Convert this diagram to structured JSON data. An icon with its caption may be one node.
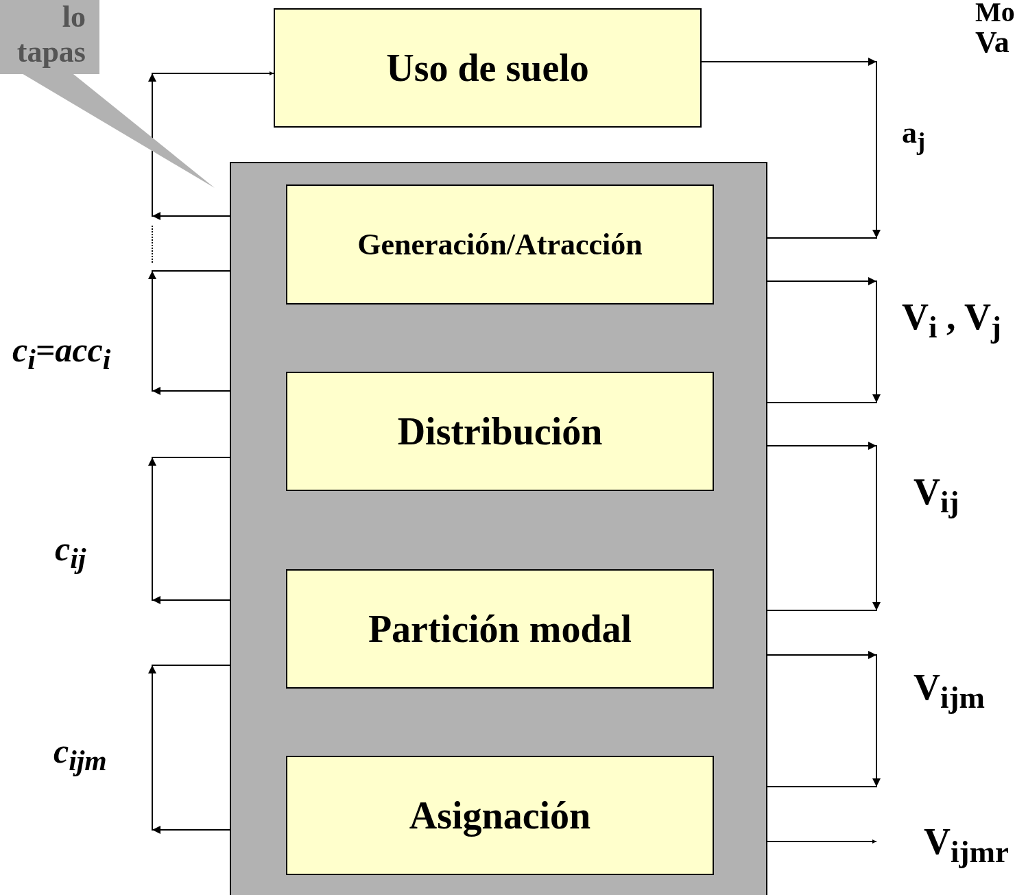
{
  "diagram": {
    "nodes": [
      {
        "text": [
          "lo tapas"
        ]
      },
      {
        "text": [
          "Uso de suelo"
        ]
      },
      {
        "text": [],
        "shape": "box"
      },
      {
        "text": [
          "Generación/Atracción"
        ],
        "in": 2
      },
      {
        "text": [
          "Distribución"
        ],
        "in": 2
      },
      {
        "text": [
          "Partición modal"
        ],
        "in": 2
      },
      {
        "text": [
          "Asignación"
        ],
        "in": 2
      }
    ],
    "edges": [
      {
        "from": 1,
        "to": 3,
        "arrow": "to",
        "label": "a$_{j}$"
      },
      {
        "from": 3,
        "to": 4,
        "arrow": "to",
        "label": "V$_{i}$ , V$_{j}$"
      },
      {
        "from": 4,
        "to": 5,
        "arrow": "to",
        "label": "V$_{ij}$"
      },
      {
        "from": 5,
        "to": 6,
        "arrow": "to",
        "label": "V$_{ijm}$"
      },
      {
        "from": 6,
        "to": null,
        "arrow": "to",
        "label": "V$_{ijmr}$"
      },
      {
        "from": 3,
        "to": 1,
        "arrow": "to"
      },
      {
        "from": 4,
        "to": 3,
        "arrow": "to",
        "label": "c$_{i}$=acc$_{i}$"
      },
      {
        "from": 5,
        "to": 4,
        "arrow": "to",
        "label": "c$_{ij}$"
      },
      {
        "from": 6,
        "to": 5,
        "arrow": "to",
        "label": "c$_{ijm}$"
      }
    ],
    "labels": [
      "Mo",
      "Va"
    ]
  }
}
